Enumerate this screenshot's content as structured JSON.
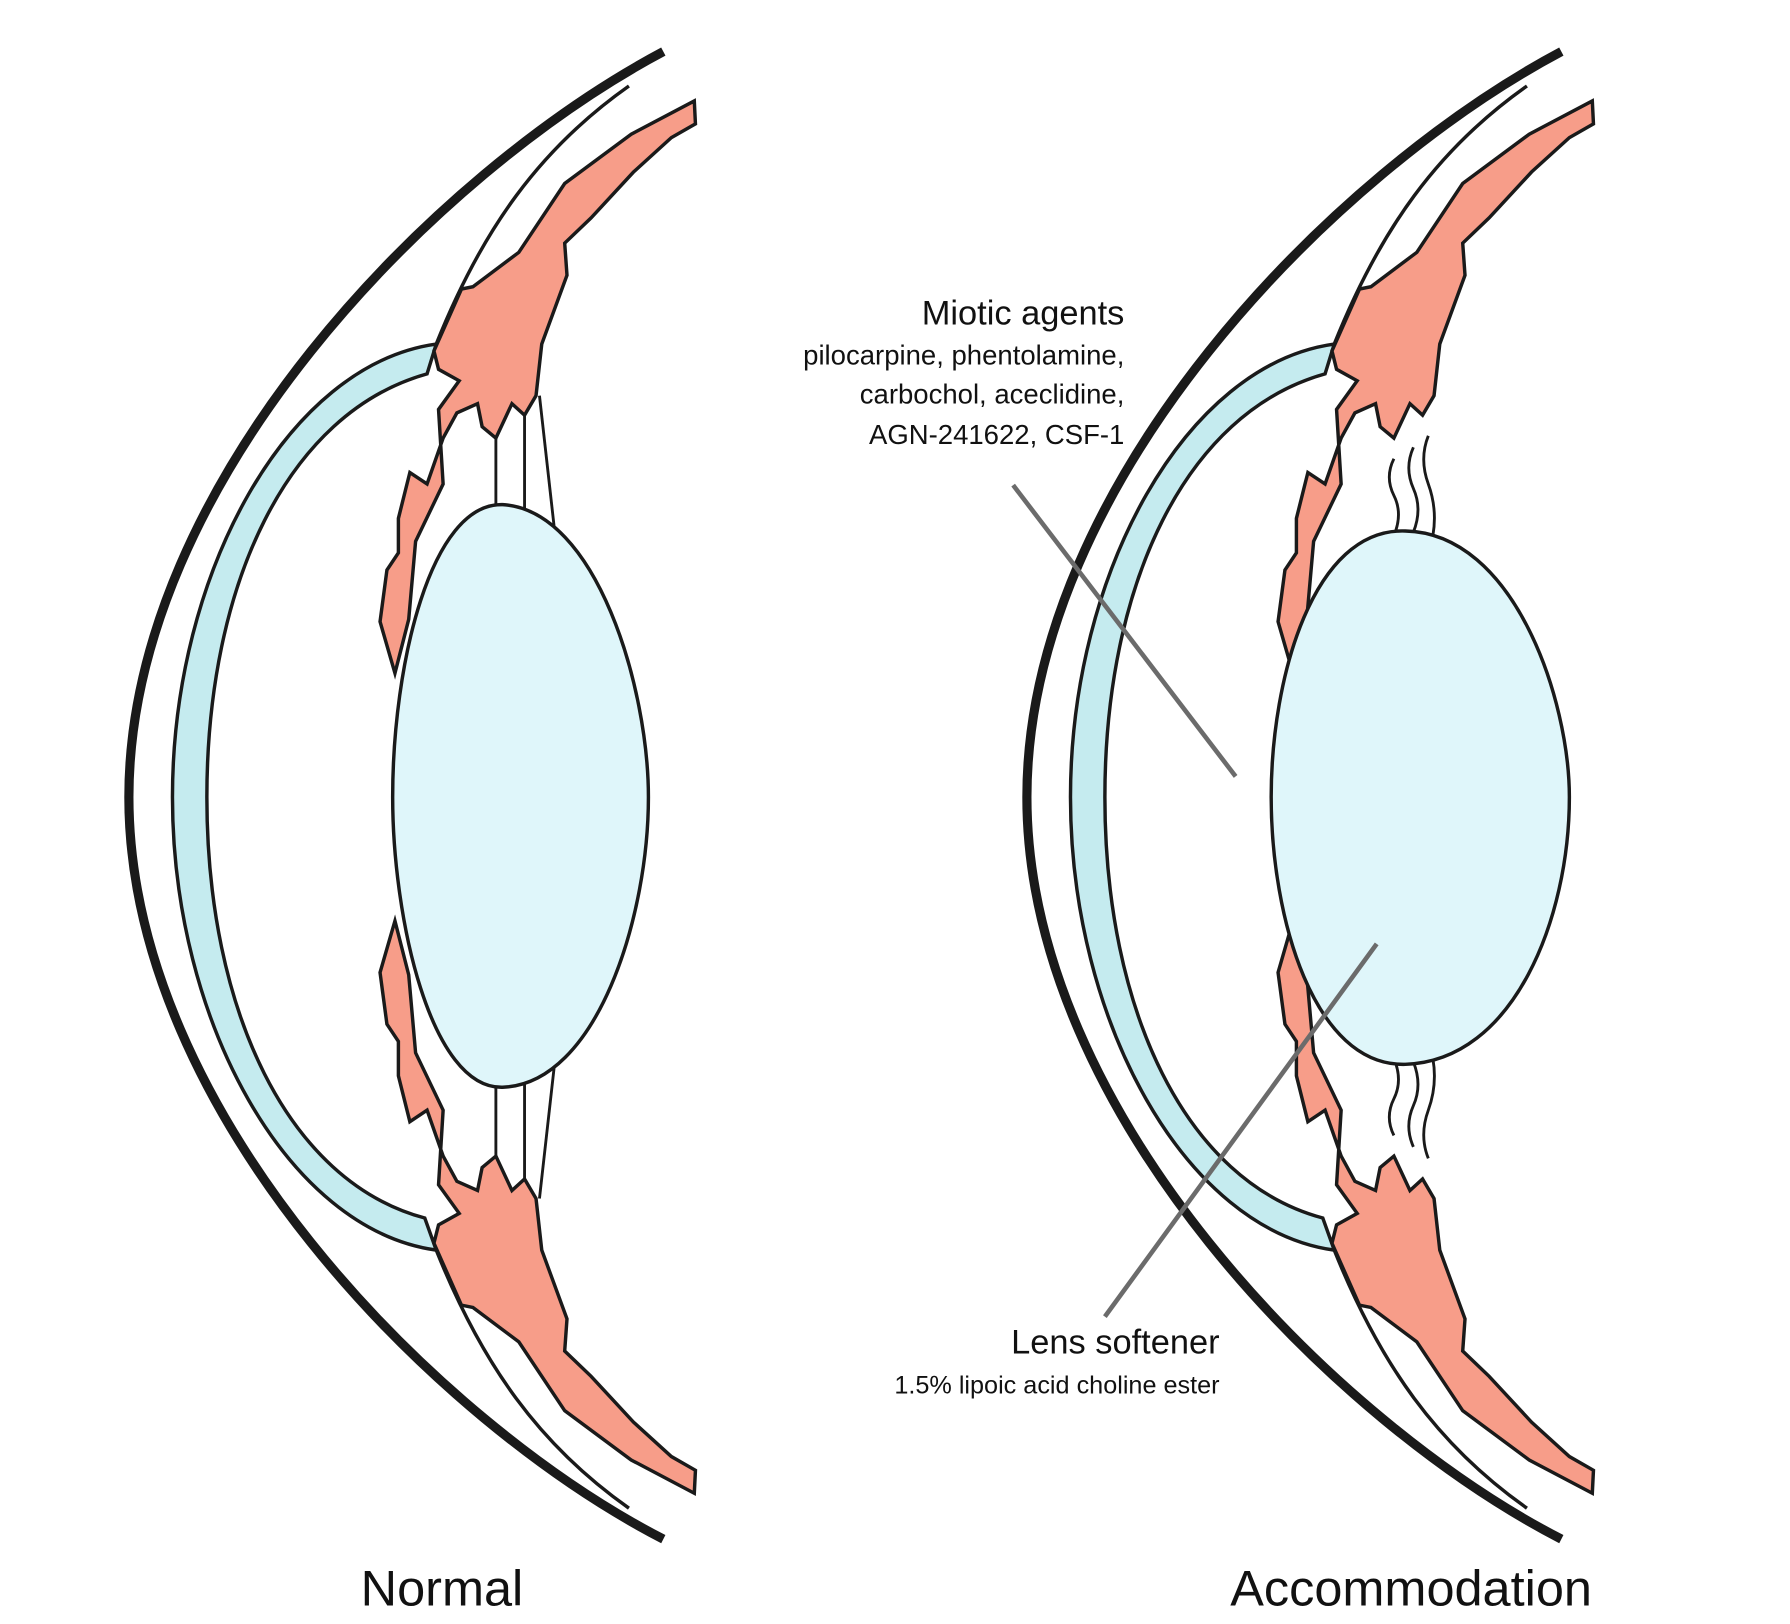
{
  "colors": {
    "ciliary": "#f79d89",
    "cornea": "#c5ebef",
    "lens": "#dff6fa",
    "outline": "#1a1a1a",
    "pointer": "#6b6b6b"
  },
  "labels": {
    "normal": "Normal",
    "accommodation": "Accommodation"
  },
  "miotic": {
    "title": "Miotic agents",
    "lines": [
      "pilocarpine, phentolamine,",
      "carbochol, aceclidine,",
      "AGN-241622, CSF-1"
    ]
  },
  "softener": {
    "title": "Lens softener",
    "detail": "1.5% lipoic acid choline ester"
  }
}
